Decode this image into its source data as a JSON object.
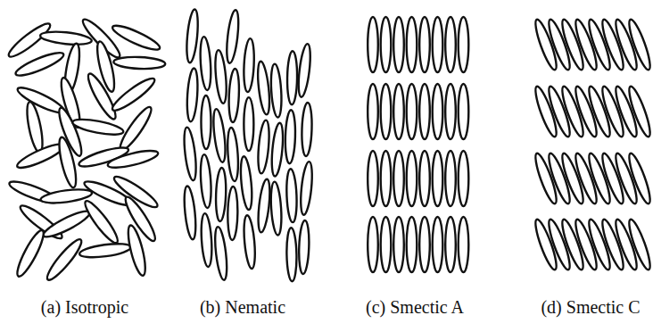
{
  "diagram": {
    "labels": [
      "(a) Isotropic",
      "(b) Nematic",
      "(c) Smectic A",
      "(d) Smectic C"
    ]
  }
}
